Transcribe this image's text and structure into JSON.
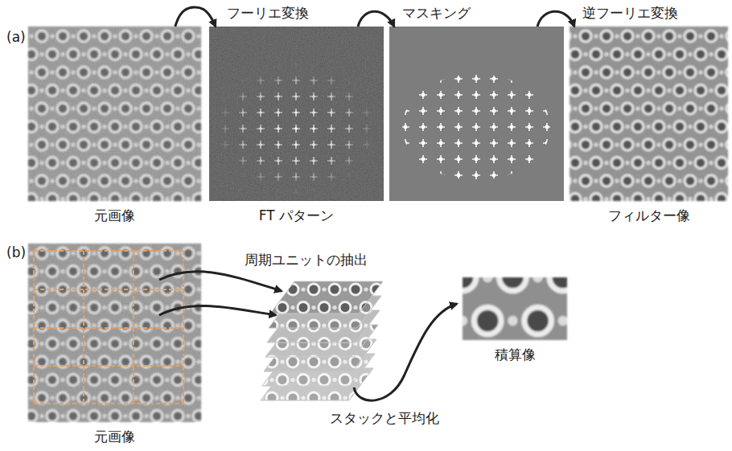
{
  "diagram": {
    "nodes": [
      {
        "text": [
          "元画像"
        ]
      },
      {
        "text": [
          "FT パターン"
        ]
      },
      {
        "text": [
          "フィルター像"
        ]
      },
      {
        "text": [
          "元画像"
        ]
      },
      {
        "text": [
          "積算像"
        ]
      }
    ],
    "edges": [
      {
        "from": 0,
        "to": 1,
        "arrow": "to",
        "label": "フーリエ変換"
      }
    ],
    "labels": [
      "(a)",
      "マスキング",
      "逆フーリエ変換",
      "(b)",
      "周期ユニットの抽出",
      "スタックと平均化"
    ]
  }
}
